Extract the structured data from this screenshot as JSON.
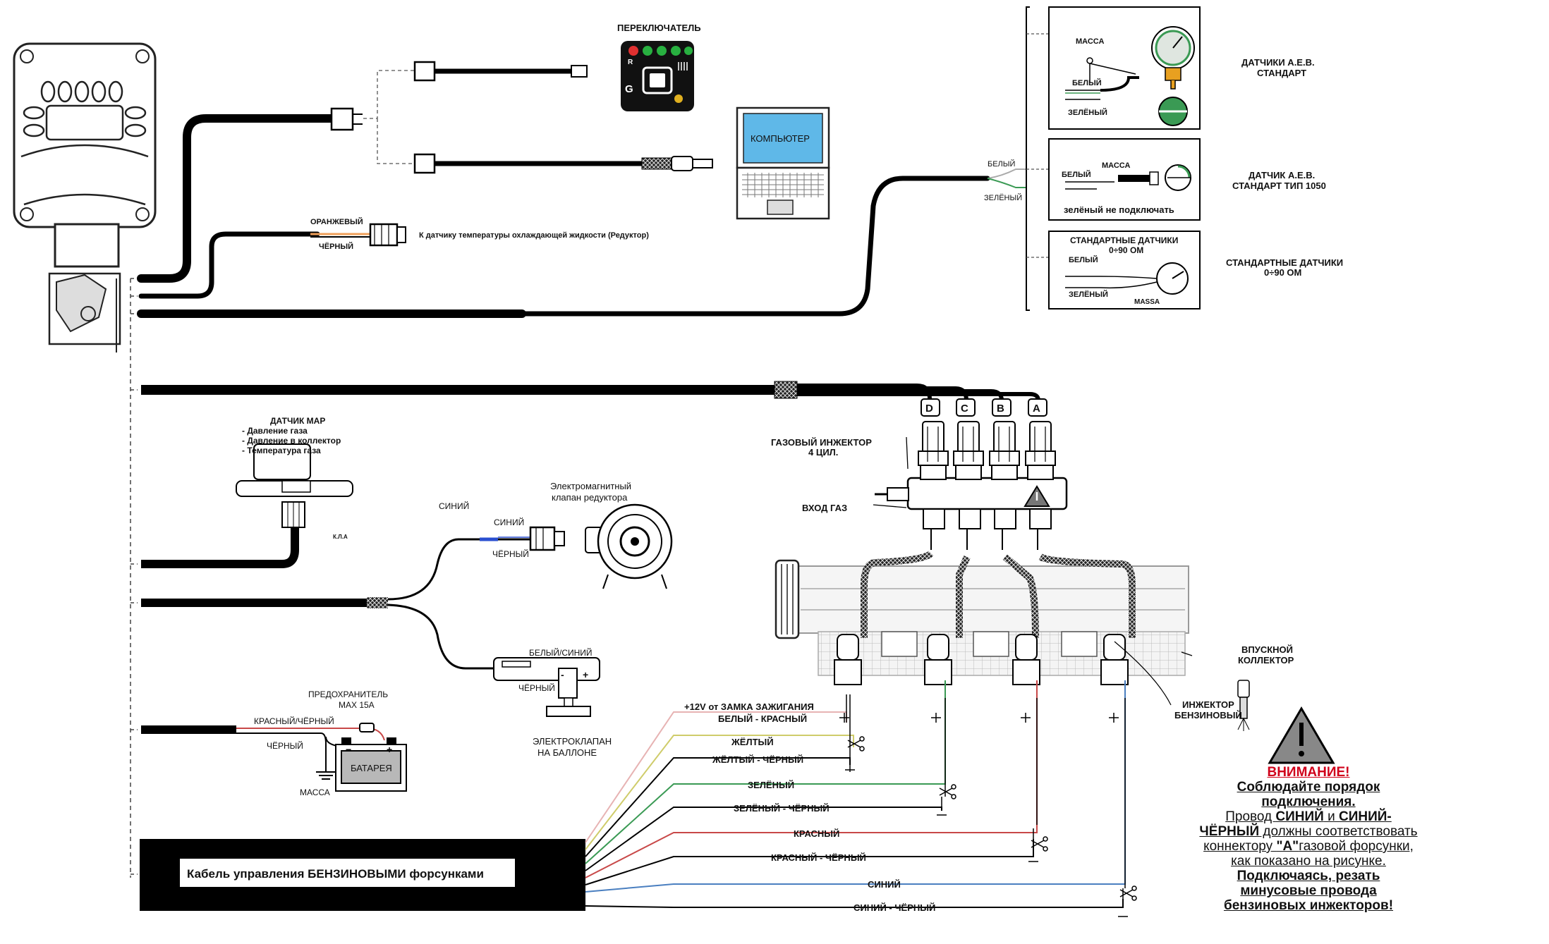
{
  "switch": {
    "title": "ПЕРЕКЛЮЧАТЕЛЬ",
    "r": "R",
    "g": "G"
  },
  "computer": {
    "label": "КОМПЬЮТЕР"
  },
  "temp_sensor": {
    "orange": "ОРАНЖЕВЫЙ",
    "black": "ЧЁРНЫЙ",
    "desc": "К датчику температуры охлаждающей жидкости (Редуктор)"
  },
  "level_wire": {
    "white": "БЕЛЫЙ",
    "green": "ЗЕЛЁНЫЙ"
  },
  "sensors": [
    {
      "box_massa": "МАССА",
      "box_white": "БЕЛЫЙ",
      "box_green": "ЗЕЛЁНЫЙ",
      "title1": "ДАТЧИКИ  A.E.B.",
      "title2": "СТАНДАРТ"
    },
    {
      "box_massa": "МАССА",
      "box_white": "БЕЛЫЙ",
      "box_note": "зелёный не подключать",
      "title1": "ДАТЧИК  A.E.B.",
      "title2": "СТАНДАРТ ТИП 1050"
    },
    {
      "box_head1": "СТАНДАРТНЫЕ ДАТЧИКИ",
      "box_head2": "0÷90 ОМ",
      "box_white": "БЕЛЫЙ",
      "box_green": "ЗЕЛЁНЫЙ",
      "box_massa": "MASSA",
      "title1": "СТАНДАРТНЫЕ ДАТЧИКИ",
      "title2": "0÷90 ОМ"
    }
  ],
  "map_sensor": {
    "title": "ДАТЧИК МАР",
    "items": [
      "- Давление газа",
      "- Давление в коллектор",
      "- Температура газа"
    ],
    "cut": "К.Л.А"
  },
  "valve": {
    "title1": "Электромагнитный",
    "title2": "клапан редуктора",
    "blue1": "СИНИЙ",
    "blue2": "СИНИЙ",
    "black": "ЧЁРНЫЙ"
  },
  "tank_valve": {
    "wire": "БЕЛЫЙ/СИНИЙ",
    "black": "ЧЁРНЫЙ",
    "minus": "-",
    "plus": "+",
    "title1": "ЭЛЕКТРОКЛАПАН",
    "title2": "НА БАЛЛОНЕ"
  },
  "fuse": {
    "title1": "ПРЕДОХРАНИТЕЛЬ",
    "title2": "MAX 15A",
    "red_black": "КРАСНЫЙ/ЧЁРНЫЙ",
    "black": "ЧЁРНЫЙ",
    "battery": "БАТАРЕЯ",
    "massa": "МАССА",
    "minus": "−",
    "plus": "+"
  },
  "rail": {
    "title1": "ГАЗОВЫЙ ИНЖЕКТОР",
    "title2": "4 ЦИЛ.",
    "inlet": "ВХОД ГАЗ",
    "letters": [
      "D",
      "C",
      "B",
      "A"
    ]
  },
  "manifold": {
    "title1": "ВПУСКНОЙ",
    "title2": "КОЛЛЕКТОР",
    "inj1": "ИНЖЕКТОР",
    "inj2": "БЕНЗИНОВЫЙ"
  },
  "petrol_cable": {
    "label": "Кабель управления БЕНЗИНОВЫМИ форсунками",
    "ign1": "+12V от ЗАМКА ЗАЖИГАНИЯ",
    "wires": [
      "БЕЛЫЙ - КРАСНЫЙ",
      "ЖЁЛТЫЙ",
      "ЖЁЛТЫЙ - ЧЁРНЫЙ",
      "ЗЕЛЁНЫЙ",
      "ЗЕЛЁНЫЙ - ЧЁРНЫЙ",
      "КРАСНЫЙ",
      "КРАСНЫЙ - ЧЁРНЫЙ",
      "СИНИЙ",
      "СИНИЙ - ЧЁРНЫЙ"
    ]
  },
  "warning": {
    "title": "ВНИМАНИЕ!",
    "l1": "Соблюдайте порядок подключения.",
    "l2a": "Провод ",
    "l2b": "СИНИЙ",
    "l2c": " и ",
    "l2d": "СИНИЙ-ЧЁРНЫЙ",
    "l2e": " должны соответствовать коннектору ",
    "l2f": "\"A\"",
    "l2g": "газовой форсунки, как показано на рисунке.",
    "l3": "Подключаясь, резать минусовые провода бензиновых инжекторов!"
  },
  "colors": {
    "white_red": "#e7b3b3",
    "yellow": "#cfcc6a",
    "green": "#3a9a54",
    "red": "#c84848",
    "blue": "#4a7fc0",
    "cable": "#000000"
  }
}
